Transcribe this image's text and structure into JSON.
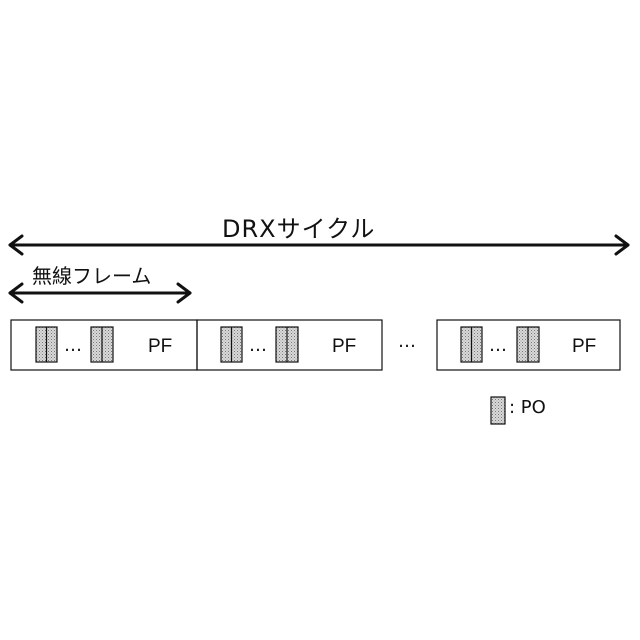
{
  "title_drx": "DRXサイクル",
  "radio_frame_label": "無線フレーム",
  "frames": [
    {
      "pf_label": "PF",
      "dots": "…"
    },
    {
      "pf_label": "PF",
      "dots": "…"
    },
    {
      "pf_label": "PF",
      "dots": "…"
    }
  ],
  "gap_dots": "…",
  "legend": {
    "icon": "po-block-icon",
    "text": ": PO"
  },
  "colors": {
    "line": "#111111",
    "po_fill": "#c8c8c8"
  }
}
